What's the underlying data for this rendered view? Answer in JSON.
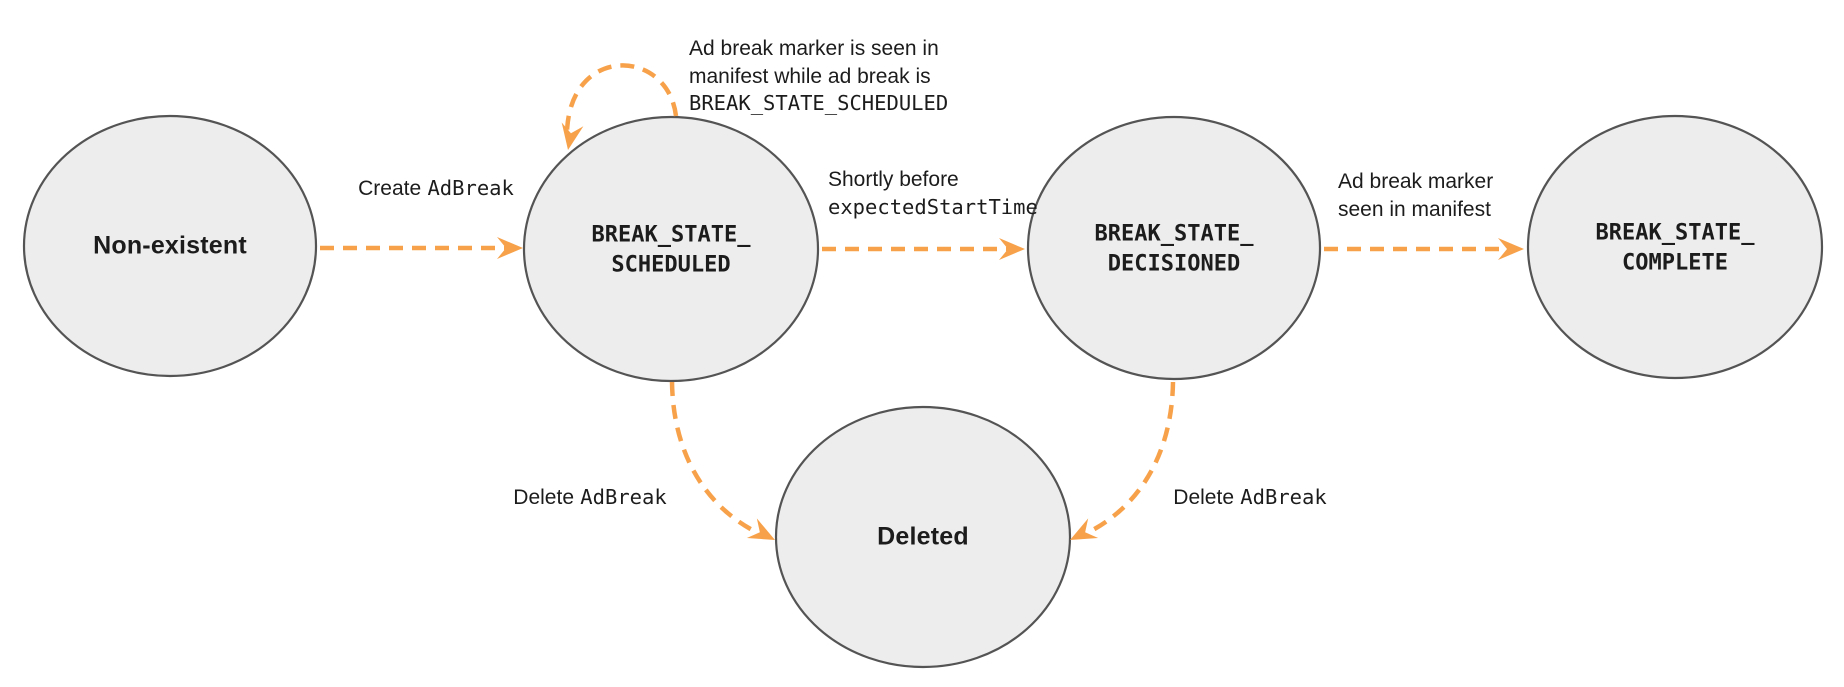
{
  "colors": {
    "accent": "#F7A24B",
    "node_fill": "#EDEDED",
    "node_stroke": "#545454",
    "text": "#1C1C1C"
  },
  "states": [
    {
      "line1": "Non-existent"
    },
    {
      "line1": "BREAK_STATE_",
      "line2": "SCHEDULED"
    },
    {
      "line1": "BREAK_STATE_",
      "line2": "DECISIONED"
    },
    {
      "line1": "BREAK_STATE_",
      "line2": "COMPLETE"
    },
    {
      "line1": "Deleted"
    }
  ],
  "transitions": {
    "create": {
      "text": "Create",
      "code": "AdBreak"
    },
    "self_loop": {
      "line1": "Ad break marker is seen in",
      "line2": "manifest while ad break is",
      "code": "BREAK_STATE_SCHEDULED"
    },
    "to_decisioned": {
      "line1": "Shortly before",
      "code": "expectedStartTime"
    },
    "to_complete": {
      "line1": "Ad break marker",
      "line2": "seen in manifest"
    },
    "delete_from_scheduled": {
      "text": "Delete",
      "code": "AdBreak"
    },
    "delete_from_decisioned": {
      "text": "Delete",
      "code": "AdBreak"
    }
  }
}
